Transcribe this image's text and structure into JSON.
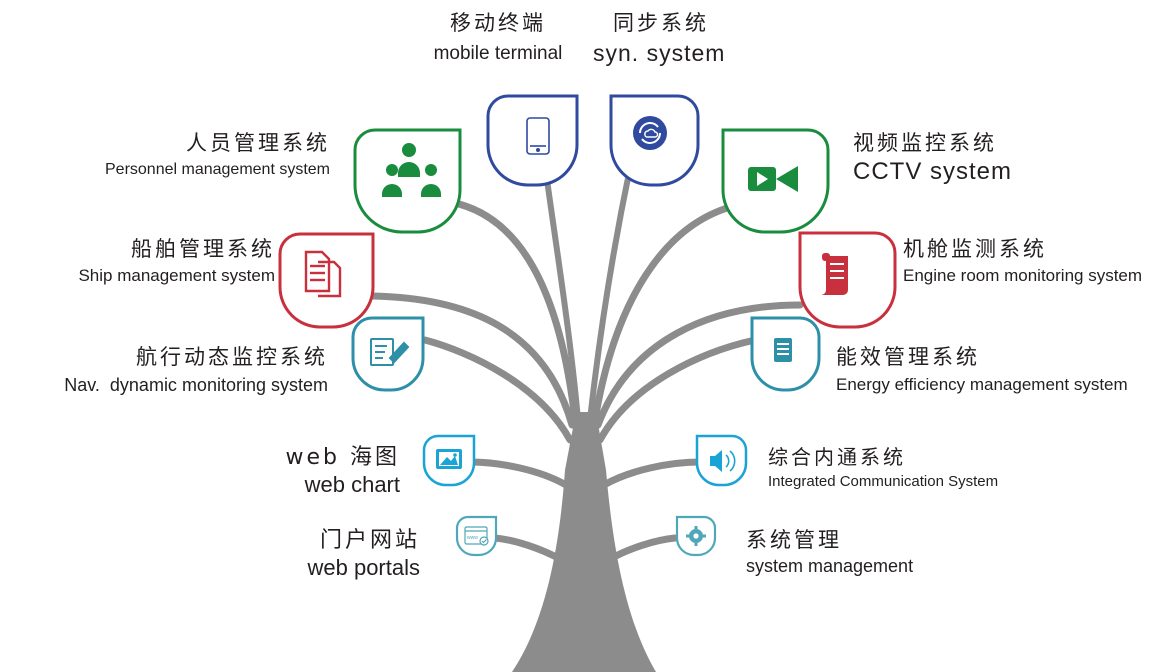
{
  "colors": {
    "trunk": "#8c8c8c",
    "text": "#231f20",
    "blue": "#2f4a9e",
    "green": "#1a8c3e",
    "red": "#c8303e",
    "teal": "#2e8fa8",
    "cyan": "#1aa4d6",
    "light_teal": "#4fa8b8"
  },
  "modules": [
    {
      "key": "mobile_terminal",
      "cn": "移动终端",
      "en": "mobile terminal",
      "icon": "mobile-phone-icon"
    },
    {
      "key": "syn_system",
      "cn": "同步系统",
      "en": "syn. system",
      "icon": "sync-cloud-icon"
    },
    {
      "key": "personnel",
      "cn": "人员管理系统",
      "en": "Personnel management system",
      "icon": "people-group-icon"
    },
    {
      "key": "cctv",
      "cn": "视频监控系统",
      "en": "CCTV system",
      "icon": "video-camera-icon"
    },
    {
      "key": "ship",
      "cn": "船舶管理系统",
      "en": "Ship management system",
      "icon": "documents-icon"
    },
    {
      "key": "engine",
      "cn": "机舱监测系统",
      "en": "Engine room monitoring system",
      "icon": "scroll-icon"
    },
    {
      "key": "nav",
      "cn": "航行动态监控系统",
      "en": "Nav.  dynamic monitoring system",
      "icon": "edit-document-icon"
    },
    {
      "key": "energy",
      "cn": "能效管理系统",
      "en": "Energy efficiency management system",
      "icon": "report-document-icon"
    },
    {
      "key": "web_chart",
      "cn": "web 海图",
      "en": "web chart",
      "icon": "picture-icon"
    },
    {
      "key": "intercom",
      "cn": "综合内通系统",
      "en": "Integrated Communication System",
      "icon": "speaker-icon"
    },
    {
      "key": "web_portals",
      "cn": "门户网站",
      "en": "web portals",
      "icon": "web-browser-icon"
    },
    {
      "key": "sys_mgmt",
      "cn": "系统管理",
      "en": "system management",
      "icon": "gear-icon"
    }
  ]
}
